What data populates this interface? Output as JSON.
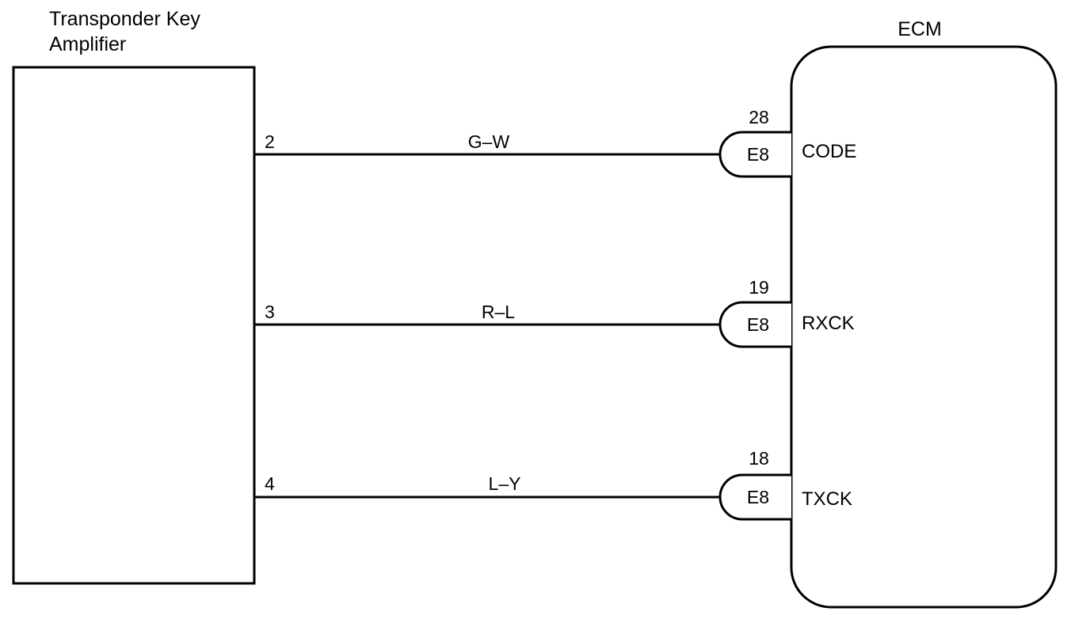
{
  "amplifier": {
    "title_line1": "Transponder Key",
    "title_line2": "Amplifier"
  },
  "ecm": {
    "title": "ECM"
  },
  "wires": [
    {
      "amp_pin": "2",
      "color": "G–W",
      "connector": "E8",
      "ecm_pin": "28",
      "signal": "CODE"
    },
    {
      "amp_pin": "3",
      "color": "R–L",
      "connector": "E8",
      "ecm_pin": "19",
      "signal": "RXCK"
    },
    {
      "amp_pin": "4",
      "color": "L–Y",
      "connector": "E8",
      "ecm_pin": "18",
      "signal": "TXCK"
    }
  ]
}
